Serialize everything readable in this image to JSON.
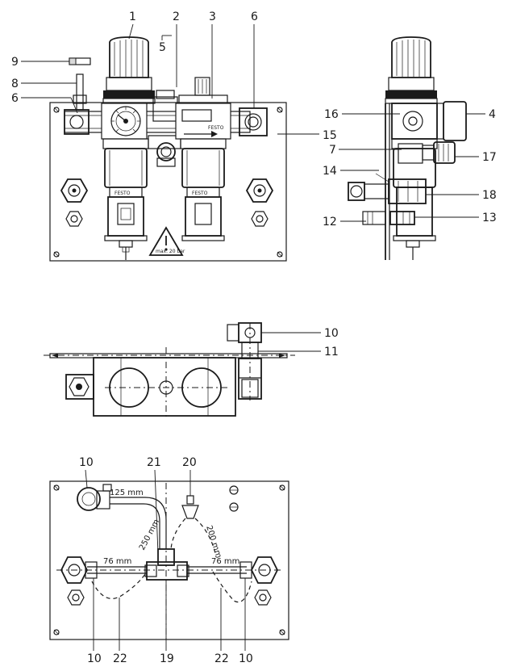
{
  "callouts": {
    "front": [
      "1",
      "2",
      "3",
      "5",
      "6",
      "6",
      "8",
      "9"
    ],
    "side": [
      "4",
      "7",
      "12",
      "13",
      "14",
      "15",
      "16",
      "17",
      "18"
    ],
    "top": [
      "10",
      "11"
    ],
    "bottom": [
      "10",
      "10",
      "10",
      "19",
      "20",
      "21",
      "22",
      "22"
    ]
  },
  "dimensions": {
    "tube_125": "125 mm",
    "tube_250": "250 mm",
    "tube_200": "200 mm",
    "tube_76_left": "76 mm",
    "tube_76_right": "76 mm"
  },
  "labels": {
    "festo": "FESTO",
    "max_pressure": "max. 20 bar"
  },
  "colors": {
    "line": "#1a1a1a",
    "background": "#ffffff"
  }
}
